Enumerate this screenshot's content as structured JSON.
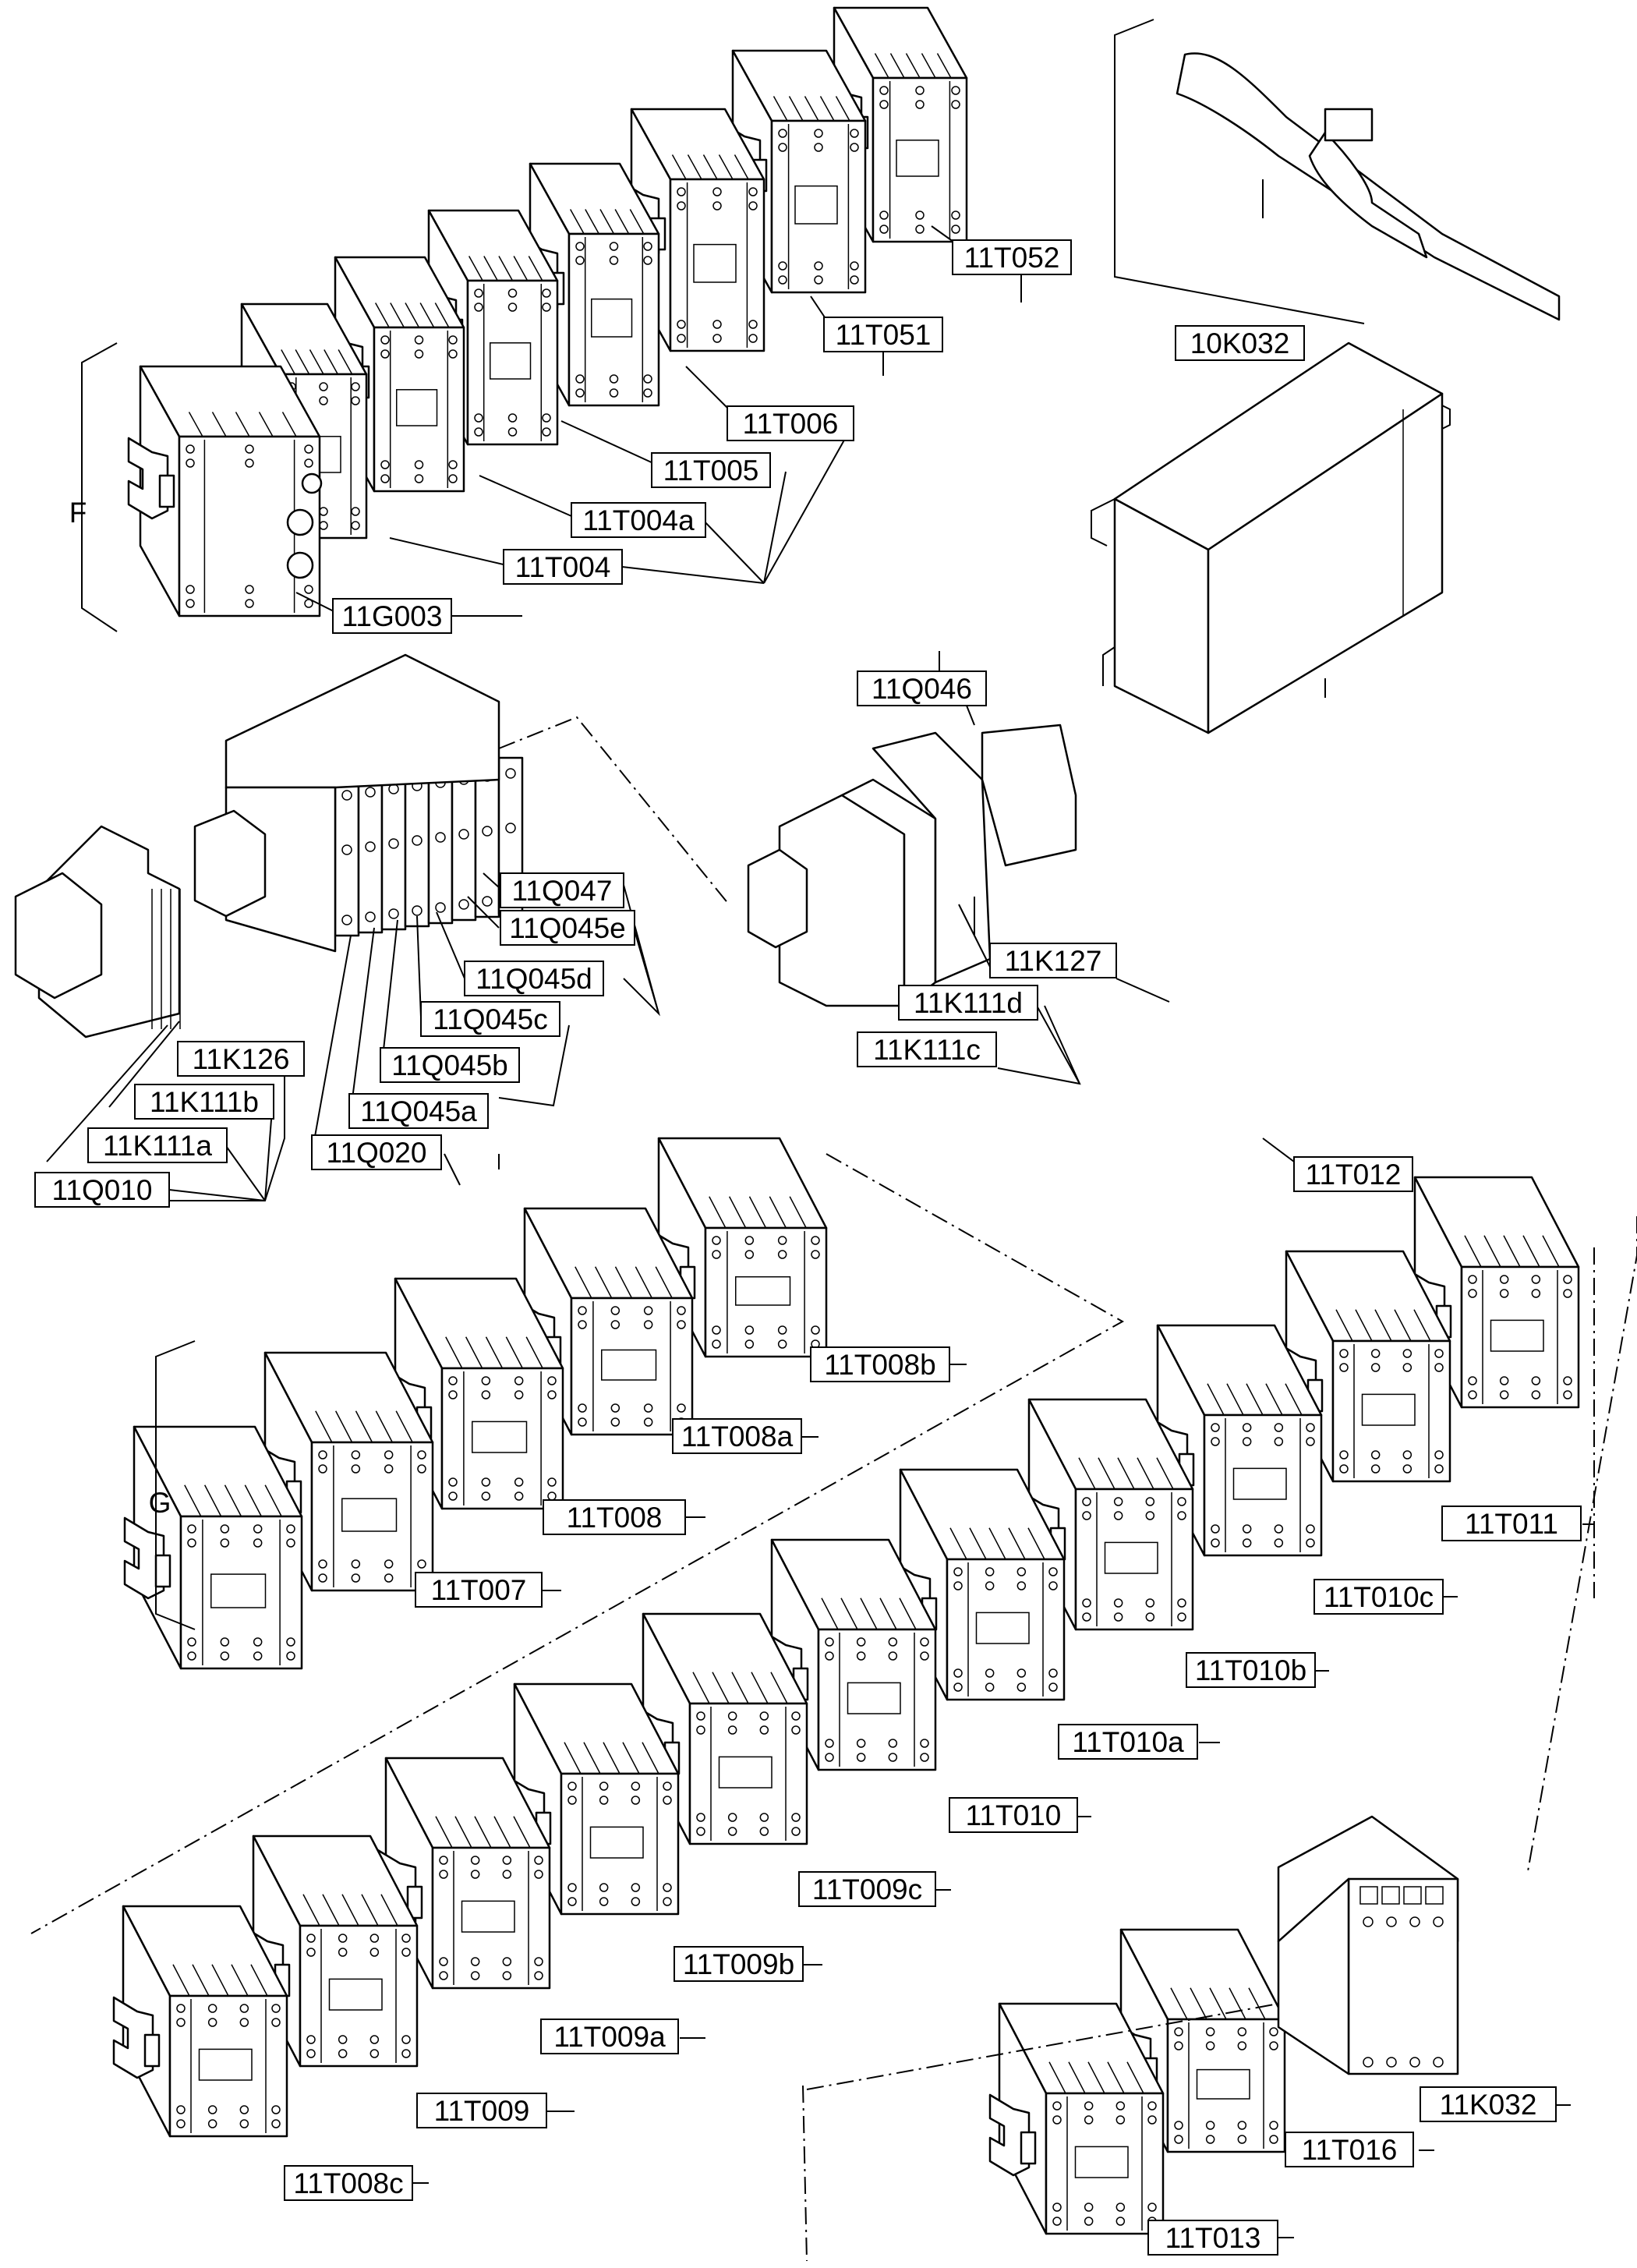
{
  "groups": [
    {
      "id": "F",
      "label": "F"
    },
    {
      "id": "G",
      "label": "G"
    }
  ],
  "labels": {
    "11T052": "11T052",
    "11T051": "11T051",
    "11T006": "11T006",
    "11T005": "11T005",
    "11T004a": "11T004a",
    "11T004": "11T004",
    "11G003": "11G003",
    "10K032": "10K032",
    "11Q046": "11Q046",
    "11Q047": "11Q047",
    "11Q045e": "11Q045e",
    "11Q045d": "11Q045d",
    "11Q045c": "11Q045c",
    "11Q045b": "11Q045b",
    "11Q045a": "11Q045a",
    "11Q020": "11Q020",
    "11K126": "11K126",
    "11K111b": "11K111b",
    "11K111a": "11K111a",
    "11Q010": "11Q010",
    "11K127": "11K127",
    "11K111d": "11K111d",
    "11K111c": "11K111c",
    "11T012": "11T012",
    "11T008b": "11T008b",
    "11T008a": "11T008a",
    "11T008": "11T008",
    "11T007": "11T007",
    "11T011": "11T011",
    "11T010c": "11T010c",
    "11T010b": "11T010b",
    "11T010a": "11T010a",
    "11T010": "11T010",
    "11T009c": "11T009c",
    "11T009b": "11T009b",
    "11T009a": "11T009a",
    "11T009": "11T009",
    "11T008c": "11T008c",
    "11K032": "11K032",
    "11T016": "11T016",
    "11T013": "11T013"
  }
}
